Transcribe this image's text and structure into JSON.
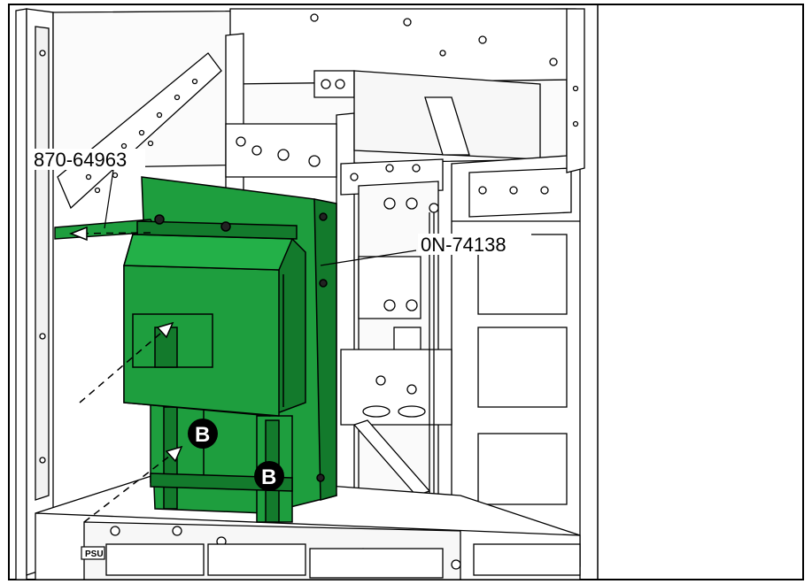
{
  "callouts": {
    "part_left": "870-64963",
    "part_right": "0N-74138"
  },
  "badges": {
    "upper": "B",
    "lower": "B"
  },
  "labels": {
    "psu": "PSU"
  },
  "colors": {
    "part_green": "#1e9e3e",
    "part_green_dark": "#137a2c",
    "line": "#000000",
    "frame_fill": "#ffffff",
    "frame_shade": "#e8e8e8"
  }
}
